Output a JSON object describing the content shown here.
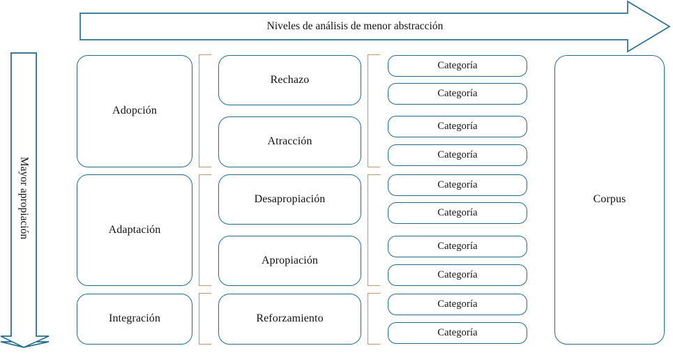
{
  "diagram": {
    "title_top_arrow": "Niveles de análisis de menor abstracción",
    "title_left_arrow": "Mayor apropiación",
    "colors": {
      "box_border": "#256b86",
      "arrow_stroke": "#2a718c",
      "bracket": "#b39a6e",
      "background": "#ffffff",
      "text": "#111111"
    },
    "levels": [
      {
        "label": "Adopción"
      },
      {
        "label": "Adaptación"
      },
      {
        "label": "Integración"
      }
    ],
    "stages": [
      {
        "label": "Rechazo"
      },
      {
        "label": "Atracción"
      },
      {
        "label": "Desapropiación"
      },
      {
        "label": "Apropiación"
      },
      {
        "label": "Reforzamiento"
      }
    ],
    "categories": [
      {
        "label": "Categoría"
      },
      {
        "label": "Categoría"
      },
      {
        "label": "Categoría"
      },
      {
        "label": "Categoría"
      },
      {
        "label": "Categoría"
      },
      {
        "label": "Categoría"
      },
      {
        "label": "Categoría"
      },
      {
        "label": "Categoría"
      },
      {
        "label": "Categoría"
      },
      {
        "label": "Categoría"
      }
    ],
    "corpus": {
      "label": "Corpus"
    }
  }
}
